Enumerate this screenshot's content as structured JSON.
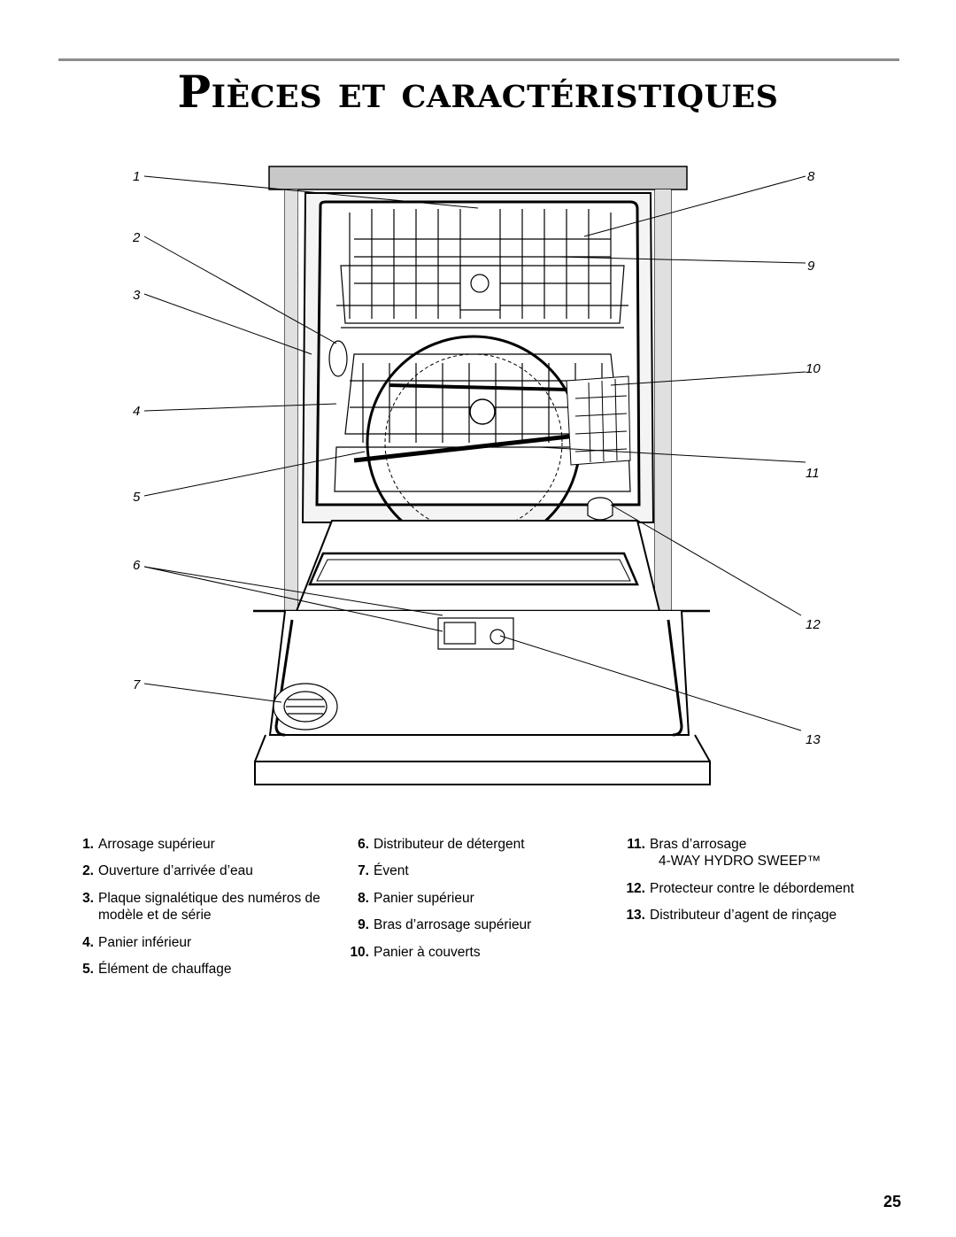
{
  "page": {
    "title": "Pièces et caractéristiques",
    "page_number": "25"
  },
  "callouts": [
    "1",
    "2",
    "3",
    "4",
    "5",
    "6",
    "7",
    "8",
    "9",
    "10",
    "11",
    "12",
    "13"
  ],
  "legend": {
    "col1": [
      {
        "num": "1.",
        "label": "Arrosage supérieur"
      },
      {
        "num": "2.",
        "label": "Ouverture d’arrivée d’eau"
      },
      {
        "num": "3.",
        "label": "Plaque signalétique des numéros de modèle et de série"
      },
      {
        "num": "4.",
        "label": "Panier inférieur"
      },
      {
        "num": "5.",
        "label": "Élément de chauffage"
      }
    ],
    "col2": [
      {
        "num": "6.",
        "label": "Distributeur de détergent"
      },
      {
        "num": "7.",
        "label": "Évent"
      },
      {
        "num": "8.",
        "label": "Panier supérieur"
      },
      {
        "num": "9.",
        "label": "Bras d’arrosage supérieur"
      },
      {
        "num": "10.",
        "label": "Panier à couverts"
      }
    ],
    "col3": [
      {
        "num": "11.",
        "label": "Bras d’arrosage",
        "label2": "4-WAY HYDRO SWEEP™"
      },
      {
        "num": "12.",
        "label": "Protecteur contre le débordement"
      },
      {
        "num": "13.",
        "label": "Distributeur d’agent de rinçage"
      }
    ]
  }
}
